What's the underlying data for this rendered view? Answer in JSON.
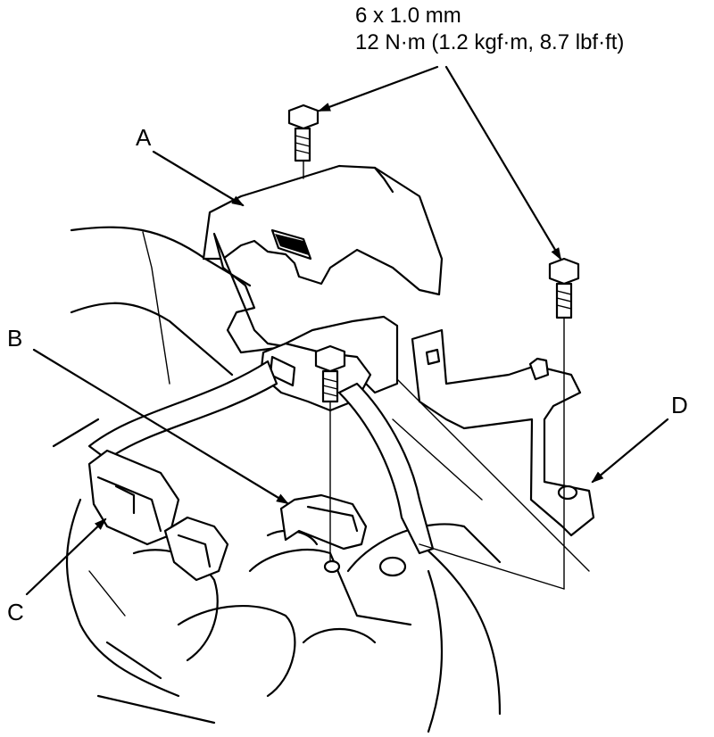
{
  "spec": {
    "line1": "6 x 1.0 mm",
    "line2": "12 N·m (1.2 kgf·m, 8.7 lbf·ft)"
  },
  "callouts": {
    "a": "A",
    "b": "B",
    "c": "C",
    "d": "D"
  }
}
